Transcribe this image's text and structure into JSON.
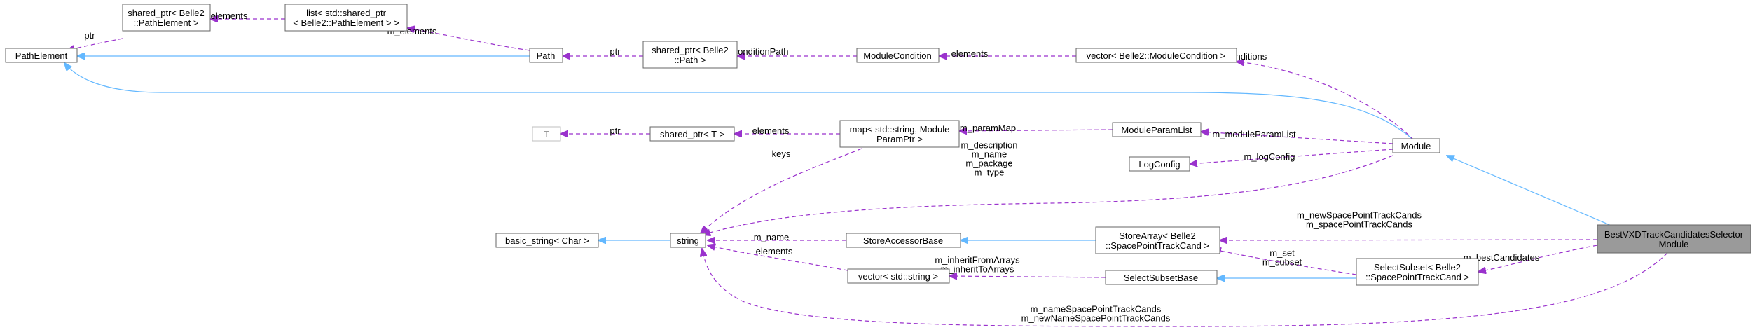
{
  "colors": {
    "inheritance_edge": "#63b8ff",
    "usage_edge": "#9a32cd",
    "focus_node_fill": "#9a9a9a",
    "node_border": "#666666"
  },
  "nodes": [
    {
      "id": "PathElement",
      "lines": [
        "PathElement"
      ]
    },
    {
      "id": "sp_PathElement",
      "lines": [
        "shared_ptr< Belle2",
        "::PathElement >"
      ]
    },
    {
      "id": "list_sp_PathElement",
      "lines": [
        "list< std::shared_ptr",
        "< Belle2::PathElement > >"
      ]
    },
    {
      "id": "Path",
      "lines": [
        "Path"
      ]
    },
    {
      "id": "sp_Path",
      "lines": [
        "shared_ptr< Belle2",
        "::Path >"
      ]
    },
    {
      "id": "ModuleCondition",
      "lines": [
        "ModuleCondition"
      ]
    },
    {
      "id": "vector_ModuleCondition",
      "lines": [
        "vector< Belle2::ModuleCondition >"
      ]
    },
    {
      "id": "T",
      "lines": [
        "T"
      ]
    },
    {
      "id": "sp_T",
      "lines": [
        "shared_ptr< T >"
      ]
    },
    {
      "id": "map_ModuleParamPtr",
      "lines": [
        "map< std::string, Module",
        "ParamPtr >"
      ]
    },
    {
      "id": "ModuleParamList",
      "lines": [
        "ModuleParamList"
      ]
    },
    {
      "id": "LogConfig",
      "lines": [
        "LogConfig"
      ]
    },
    {
      "id": "Module",
      "lines": [
        "Module"
      ]
    },
    {
      "id": "basic_string",
      "lines": [
        "basic_string< Char >"
      ]
    },
    {
      "id": "string",
      "lines": [
        "string"
      ]
    },
    {
      "id": "StoreAccessorBase",
      "lines": [
        "StoreAccessorBase"
      ]
    },
    {
      "id": "StoreArray_SPTC",
      "lines": [
        "StoreArray< Belle2",
        "::SpacePointTrackCand >"
      ]
    },
    {
      "id": "vector_string",
      "lines": [
        "vector< std::string >"
      ]
    },
    {
      "id": "SelectSubsetBase",
      "lines": [
        "SelectSubsetBase"
      ]
    },
    {
      "id": "SelectSubset_SPTC",
      "lines": [
        "SelectSubset< Belle2",
        "::SpacePointTrackCand >"
      ]
    },
    {
      "id": "BestVXD",
      "lines": [
        "BestVXDTrackCandidatesSelector",
        "Module"
      ]
    }
  ],
  "edge_labels": {
    "ptr_sp_pe": [
      "ptr"
    ],
    "elements_list": [
      "elements"
    ],
    "m_elements": [
      "m_elements"
    ],
    "ptr_sp_path": [
      "ptr"
    ],
    "m_conditionPath": [
      "m_conditionPath"
    ],
    "elements_vec_mc": [
      "elements"
    ],
    "m_conditions": [
      "m_conditions"
    ],
    "ptr_T": [
      "ptr"
    ],
    "elements_map": [
      "elements"
    ],
    "m_paramMap": [
      "m_paramMap"
    ],
    "m_moduleParamList": [
      "m_moduleParamList"
    ],
    "m_logConfig": [
      "m_logConfig"
    ],
    "keys": [
      "keys"
    ],
    "module_strings": [
      "m_description",
      "m_name",
      "m_package",
      "m_type"
    ],
    "m_name": [
      "m_name"
    ],
    "elements_vec_str": [
      "elements"
    ],
    "inherit_arrays": [
      "m_inheritFromArrays",
      "m_inheritToArrays"
    ],
    "sptc_cands": [
      "m_newSpacePointTrackCands",
      "m_spacePointTrackCands"
    ],
    "m_bestCandidates": [
      "m_bestCandidates"
    ],
    "set_subset": [
      "m_set",
      "m_subset"
    ],
    "name_sptc": [
      "m_nameSpacePointTrackCands",
      "m_newNameSpacePointTrackCands"
    ]
  }
}
